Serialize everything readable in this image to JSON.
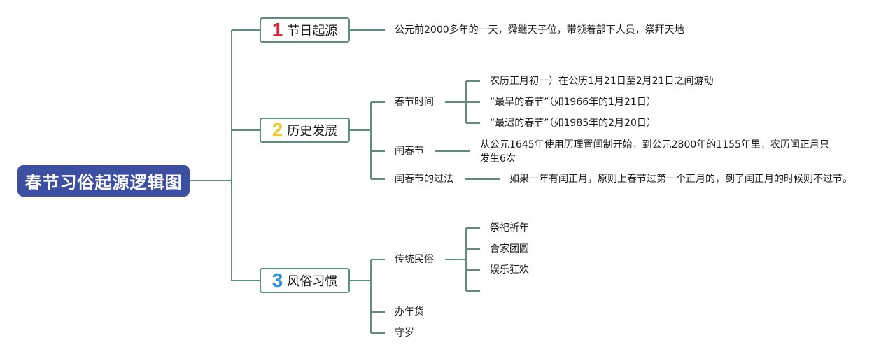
{
  "root": {
    "title": "春节习俗起源逻辑图"
  },
  "branches": [
    {
      "number": "1",
      "title": "节日起源",
      "color": "#d42a3b",
      "detail": "公元前2000多年的一天，舜继天子位，带领着部下人员，祭拜天地"
    },
    {
      "number": "2",
      "title": "历史发展",
      "color": "#f2cc2f",
      "children": [
        {
          "label": "春节时间",
          "items": [
            "农历正月初一）在公历1月21日至2月21日之间游动",
            "“最早的春节”（如1966年的1月21日）",
            "“最迟的春节”（如1985年的2月20日）"
          ]
        },
        {
          "label": "闰春节",
          "detail": "从公元1645年使用历理置闰制开始，到公元2800年的1155年里，农历闰正月只发生6次"
        },
        {
          "label": "闰春节的过法",
          "detail": "如果一年有闰正月，原则上春节过第一个正月的，到了闰正月的时候则不过节。"
        }
      ]
    },
    {
      "number": "3",
      "title": "风俗习惯",
      "color": "#2e8fd6",
      "children": [
        {
          "label": "传统民俗",
          "items": [
            "祭祀祈年",
            "合家团圆",
            "娱乐狂欢"
          ]
        },
        {
          "label": "办年货"
        },
        {
          "label": "守岁"
        }
      ]
    }
  ],
  "colors": {
    "root_fill": "#3d4fa1",
    "connector": "#5b8f7f"
  }
}
